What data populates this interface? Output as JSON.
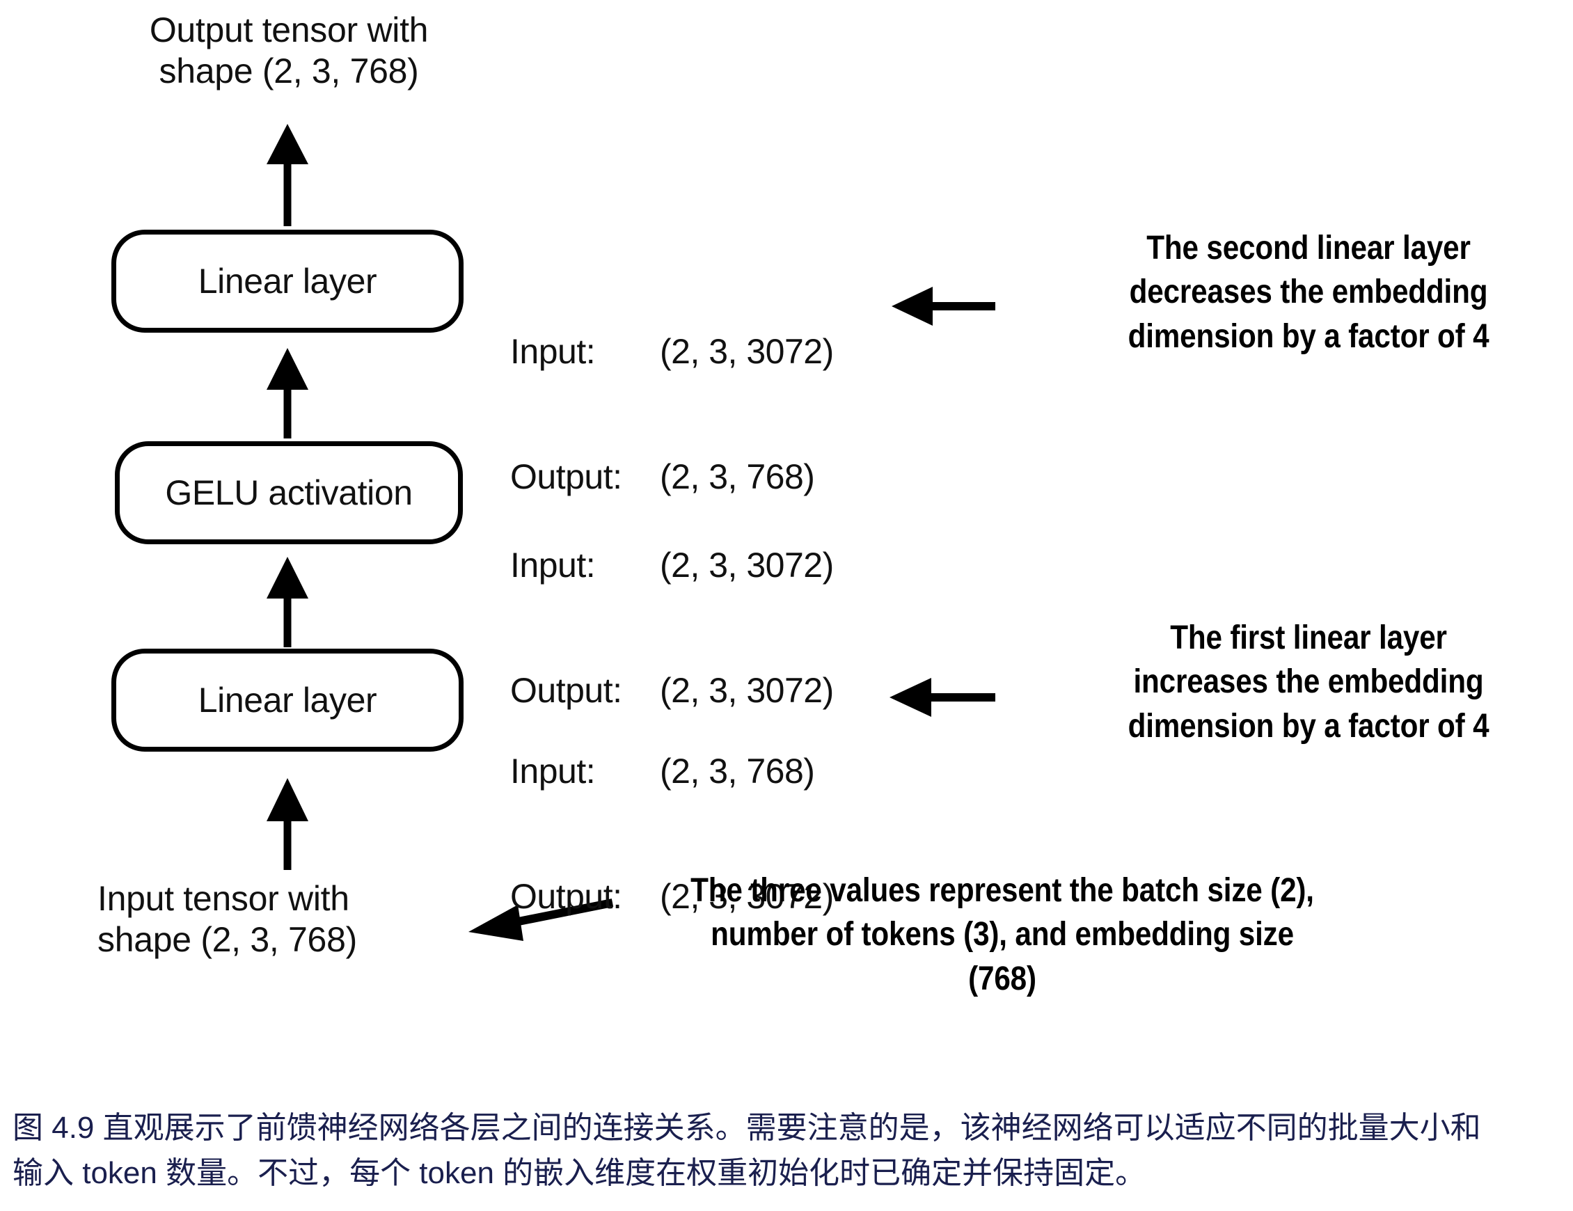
{
  "diagram": {
    "top_label": "Output tensor with\nshape (2, 3, 768)",
    "bottom_label": "Input tensor with\nshape (2, 3, 768)",
    "nodes": [
      {
        "id": "linear-2",
        "label": "Linear layer"
      },
      {
        "id": "gelu",
        "label": "GELU activation"
      },
      {
        "id": "linear-1",
        "label": "Linear layer"
      }
    ],
    "io_specs": [
      {
        "for": "linear-2",
        "input_key": "Input:",
        "input_value": "(2, 3, 3072)",
        "output_key": "Output:",
        "output_value": "(2, 3, 768)"
      },
      {
        "for": "gelu",
        "input_key": "Input:",
        "input_value": "(2, 3, 3072)",
        "output_key": "Output:",
        "output_value": "(2, 3, 3072)"
      },
      {
        "for": "linear-1",
        "input_key": "Input:",
        "input_value": "(2, 3, 768)",
        "output_key": "Output:",
        "output_value": "(2, 3, 3072)"
      }
    ],
    "annotations": [
      {
        "id": "second-linear-note",
        "lines": [
          "The second linear layer",
          "decreases the embedding",
          "dimension by a factor of 4"
        ]
      },
      {
        "id": "first-linear-note",
        "lines": [
          "The first linear layer",
          "increases the embedding",
          "dimension by a factor of 4"
        ]
      },
      {
        "id": "three-values-note",
        "lines": [
          "The three values represent the batch size (2),",
          "number of tokens (3), and embedding size",
          "(768)"
        ]
      }
    ]
  },
  "caption": {
    "line1": "图 4.9 直观展示了前馈神经网络各层之间的连接关系。需要注意的是，该神经网络可以适应不同的批量大小和",
    "line2": "输入 token 数量。不过，每个 token 的嵌入维度在权重初始化时已确定并保持固定。"
  },
  "colors": {
    "stroke": "#000000",
    "text": "#111111",
    "caption": "#1a1f4e",
    "background": "#ffffff"
  }
}
